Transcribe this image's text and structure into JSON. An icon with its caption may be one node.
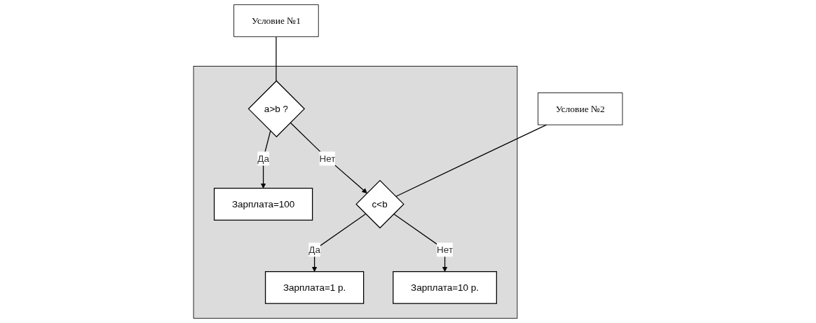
{
  "diagram": {
    "nodes": [
      {
        "text": [
          "Условие №1"
        ]
      },
      {
        "text": [],
        "shape": "box"
      },
      {
        "text": [
          "a>b ?"
        ],
        "in": 1
      },
      {
        "text": [
          "Зарплата=100"
        ],
        "in": 1
      },
      {
        "text": [
          "c<b"
        ],
        "in": 1
      },
      {
        "text": [
          "Зарплата=1 р."
        ],
        "in": 1
      },
      {
        "text": [
          "Зарплата=10 р."
        ],
        "in": 1
      },
      {
        "text": [
          "Условие №2"
        ]
      }
    ],
    "edges": [
      {
        "from": 0,
        "to": 2,
        "arrow": "none"
      },
      {
        "from": 2,
        "to": 3,
        "label": "Да",
        "arrow": "to"
      },
      {
        "from": 2,
        "to": 4,
        "label": "Нет",
        "arrow": "to"
      },
      {
        "from": 4,
        "to": 5,
        "label": "Да",
        "arrow": "to"
      },
      {
        "from": 4,
        "to": 6,
        "label": "Нет",
        "arrow": "to"
      },
      {
        "from": 7,
        "to": 4,
        "arrow": "none"
      }
    ]
  }
}
